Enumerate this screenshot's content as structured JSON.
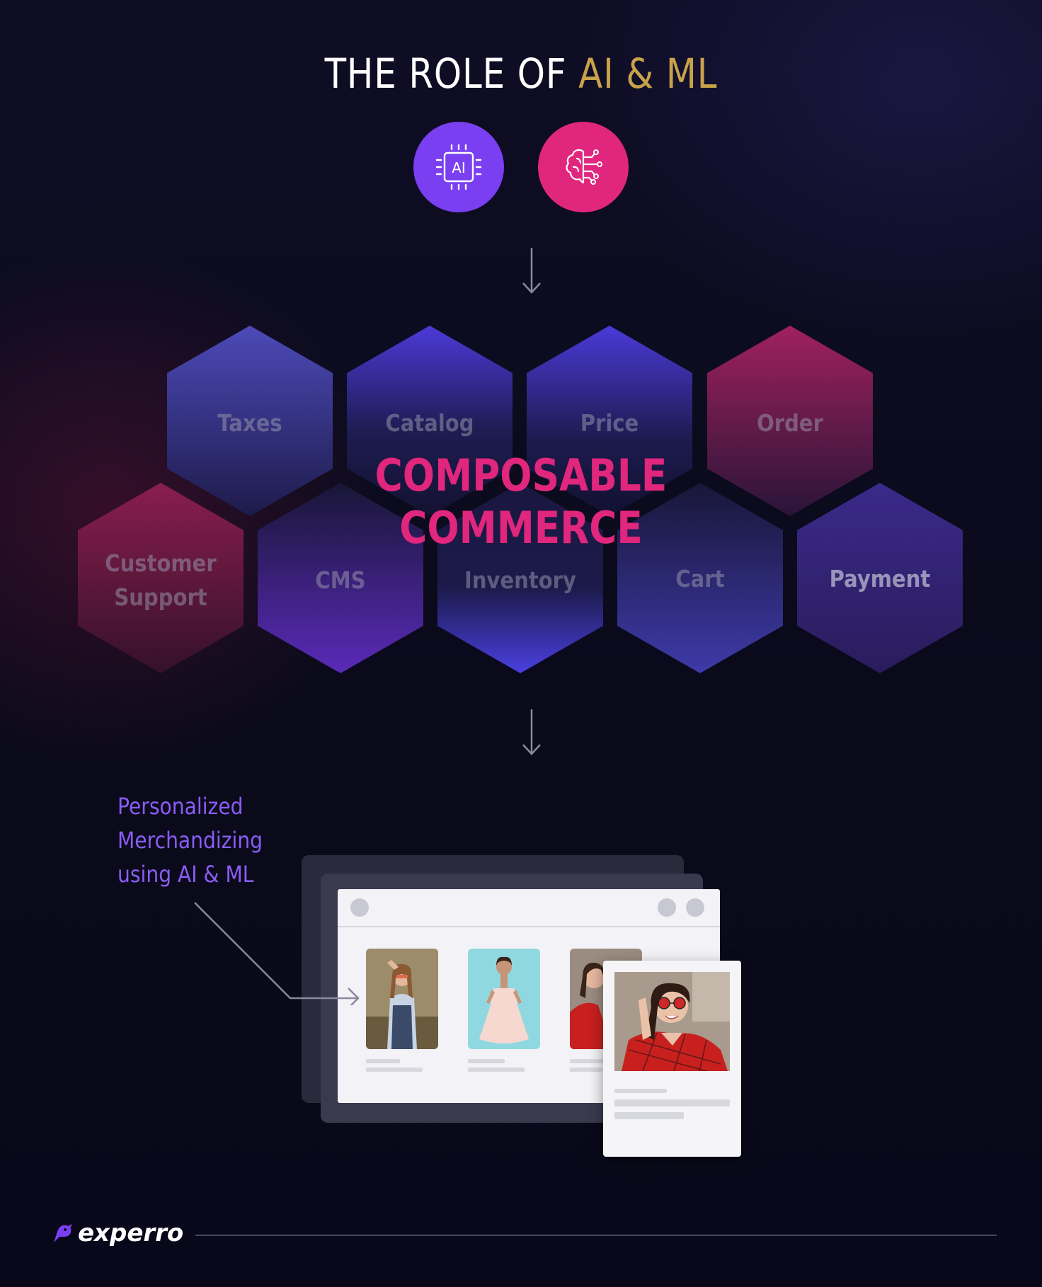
{
  "header": {
    "title_prefix": "THE ROLE OF ",
    "title_accent": "AI & ML"
  },
  "icons": {
    "ai_chip_label": "AI",
    "ai_color": "#7b3ff2",
    "ml_color": "#e0267d"
  },
  "hexagons": [
    {
      "label": "Taxes"
    },
    {
      "label": "Catalog"
    },
    {
      "label": "Price"
    },
    {
      "label": "Order"
    },
    {
      "label_line1": "Customer",
      "label_line2": "Support"
    },
    {
      "label": "CMS"
    },
    {
      "label": "Inventory"
    },
    {
      "label": "Cart"
    },
    {
      "label": "Payment"
    }
  ],
  "center": {
    "line1": "COMPOSABLE",
    "line2": "COMMERCE"
  },
  "note": {
    "line1": "Personalized",
    "line2": "Merchandizing",
    "line3": "using AI & ML"
  },
  "brand": {
    "name": "experro"
  }
}
